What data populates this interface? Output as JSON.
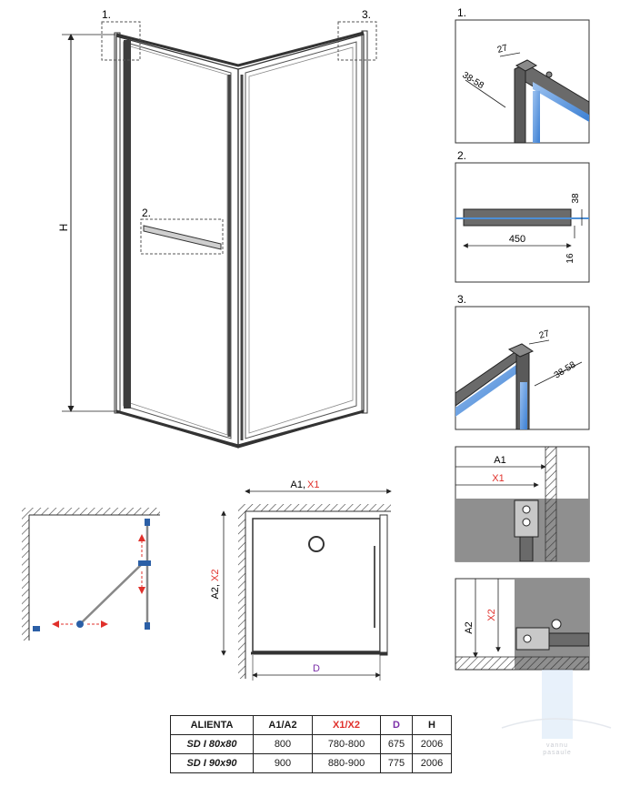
{
  "main_view": {
    "height_label": "H",
    "callout_1": "1.",
    "callout_2": "2.",
    "callout_3": "3."
  },
  "details": {
    "d1": {
      "label": "1.",
      "dim_a": "27",
      "dim_b": "38-58"
    },
    "d2": {
      "label": "2.",
      "dim_length": "450",
      "dim_height": "38",
      "dim_depth": "16"
    },
    "d3": {
      "label": "3.",
      "dim_a": "27",
      "dim_b": "38-58"
    },
    "d4": {
      "a1": "A1",
      "x1": "X1"
    },
    "d5": {
      "a2": "A2",
      "x2": "X2"
    }
  },
  "plan": {
    "top_label_a": "A1, ",
    "top_label_x": "X1",
    "side_label_a": "A2, ",
    "side_label_x": "X2",
    "door_label": "D"
  },
  "colors": {
    "red_label": "#e0302b",
    "purple_label": "#7b2fa8",
    "glass": "#4d8fd6",
    "marker": "#2b5fa6"
  },
  "table": {
    "headers": {
      "name": "ALIENTA",
      "a": "A1/A2",
      "x": "X1/X2",
      "d": "D",
      "h": "H"
    },
    "rows": [
      {
        "name": "SD I 80x80",
        "a": "800",
        "x": "780-800",
        "d": "675",
        "h": "2006"
      },
      {
        "name": "SD I 90x90",
        "a": "900",
        "x": "880-900",
        "d": "775",
        "h": "2006"
      }
    ]
  },
  "watermark": {
    "line1": "vannu",
    "line2": "pasaule"
  }
}
